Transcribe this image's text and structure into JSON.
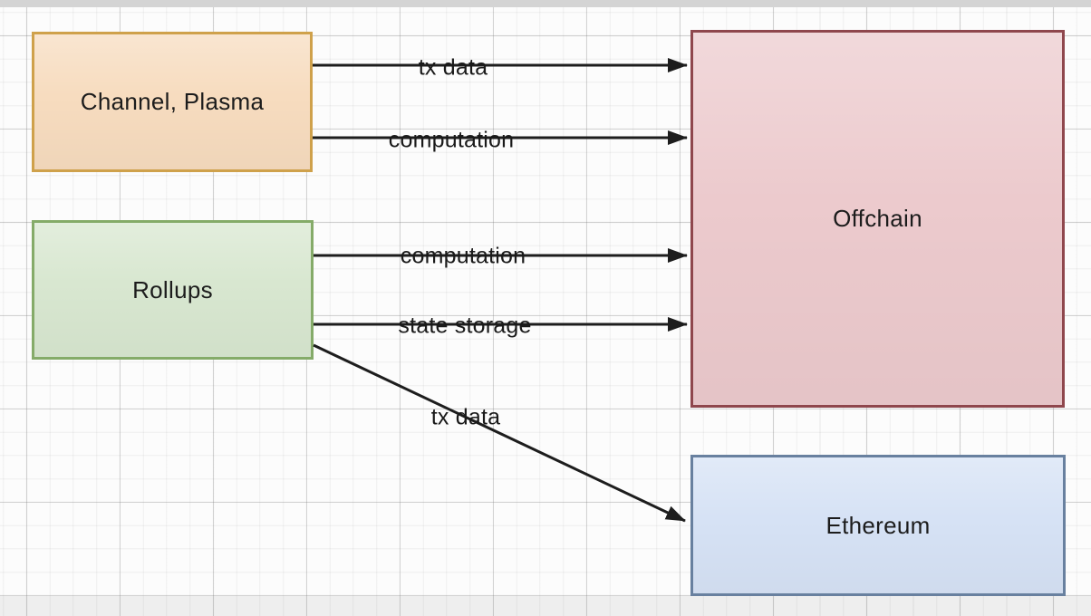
{
  "diagram": {
    "nodes": [
      {
        "id": "channel-plasma",
        "label": "Channel, Plasma",
        "fill": "#f7dcbf",
        "stroke": "#cfa14b",
        "text_color": "#1c1c1c"
      },
      {
        "id": "rollups",
        "label": "Rollups",
        "fill": "#d8e7d0",
        "stroke": "#85ab69",
        "text_color": "#1c1c1c"
      },
      {
        "id": "offchain",
        "label": "Offchain",
        "fill": "#eccacd",
        "stroke": "#8f474d",
        "text_color": "#1c1c1c"
      },
      {
        "id": "ethereum",
        "label": "Ethereum",
        "fill": "#d6e2f5",
        "stroke": "#68809f",
        "text_color": "#1c1c1c"
      }
    ],
    "edges": [
      {
        "id": "edge-1",
        "from": "channel-plasma",
        "to": "offchain",
        "label": "tx data"
      },
      {
        "id": "edge-2",
        "from": "channel-plasma",
        "to": "offchain",
        "label": "computation"
      },
      {
        "id": "edge-3",
        "from": "rollups",
        "to": "offchain",
        "label": "computation"
      },
      {
        "id": "edge-4",
        "from": "rollups",
        "to": "offchain",
        "label": "state storage"
      },
      {
        "id": "edge-5",
        "from": "rollups",
        "to": "ethereum",
        "label": "tx data"
      }
    ],
    "edge_color": "#1d1d1d",
    "canvas": {
      "background": "#fcfcfc",
      "grid_minor": "#efefef",
      "grid_major": "#dadada",
      "top_band": "#d4d4d4"
    }
  }
}
